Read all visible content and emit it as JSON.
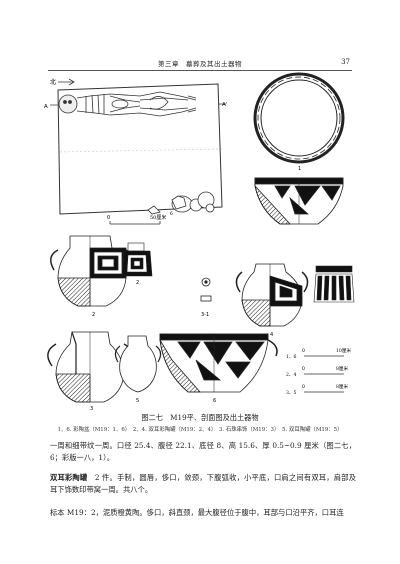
{
  "header": {
    "title": "第三章　墓葬及其出土器物",
    "page_number": "37"
  },
  "plan": {
    "north": "北",
    "section_a_left": "A",
    "section_a_right": "A'",
    "scale_zero": "0",
    "scale_end": "50厘米"
  },
  "labels": {
    "l1": "1",
    "l2": "2",
    "l3": "3",
    "l3_1": "3-1",
    "l4": "4",
    "l5": "5",
    "l6": "6",
    "l2b": "2"
  },
  "scales": [
    {
      "prefix": "1、6",
      "zero": "0",
      "end": "10厘米"
    },
    {
      "prefix": "2、4",
      "zero": "0",
      "end": "8厘米"
    },
    {
      "prefix": "3、5",
      "zero": "0",
      "end": "8厘米"
    }
  ],
  "figure": {
    "caption": "图二七　M19平、剖面图及出土器物",
    "legend": "1、6. 彩陶盆（M19：1、6）　2、4. 双耳彩陶罐（M19：2、4）　3. 石珠串饰（M19：3）　5. 双耳陶罐（M19：5）"
  },
  "text": {
    "para1": "一周和细带纹一周。口径 25.4、腹径 22.1、底径 8、高 15.6、厚 0.5~0.9 厘米（图二七，6；彩版一八，1）。",
    "para2_heading": "双耳彩陶罐",
    "para2": "　2 件。手制，圆唇，侈口，敛颈，下腹弧收，小平底，口肩之间有双耳，肩部及耳下饰数印带窝一周。共八个。",
    "para3": "标本 M19：2，泥质橙黄陶。侈口，斜直颈，最大腹径位于腹中，耳部与口沿平齐，口耳连"
  }
}
